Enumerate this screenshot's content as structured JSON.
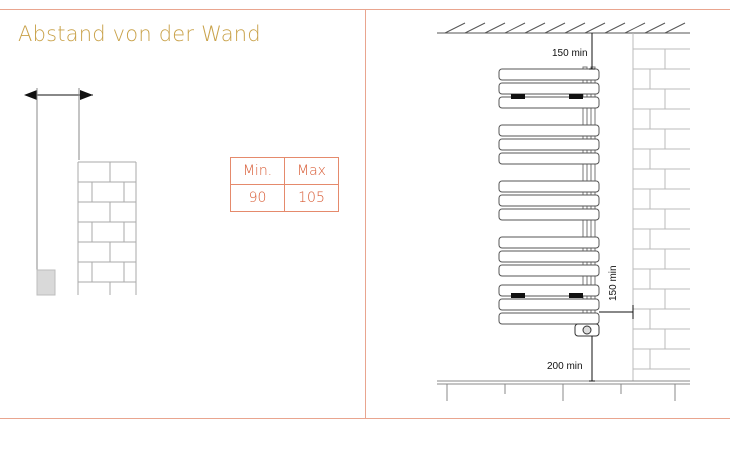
{
  "section_title": "Abstand von der Wand",
  "table": {
    "headers": [
      "Min.",
      "Max"
    ],
    "values": [
      "90",
      "105"
    ]
  },
  "dimensions": {
    "top_clearance": "150 min",
    "side_clearance": "150 min",
    "bottom_clearance": "200 min"
  },
  "colors": {
    "accent": "#e58a6c",
    "title": "#c9a24a",
    "table_text": "#d85a33",
    "line": "#8a8a8a"
  }
}
